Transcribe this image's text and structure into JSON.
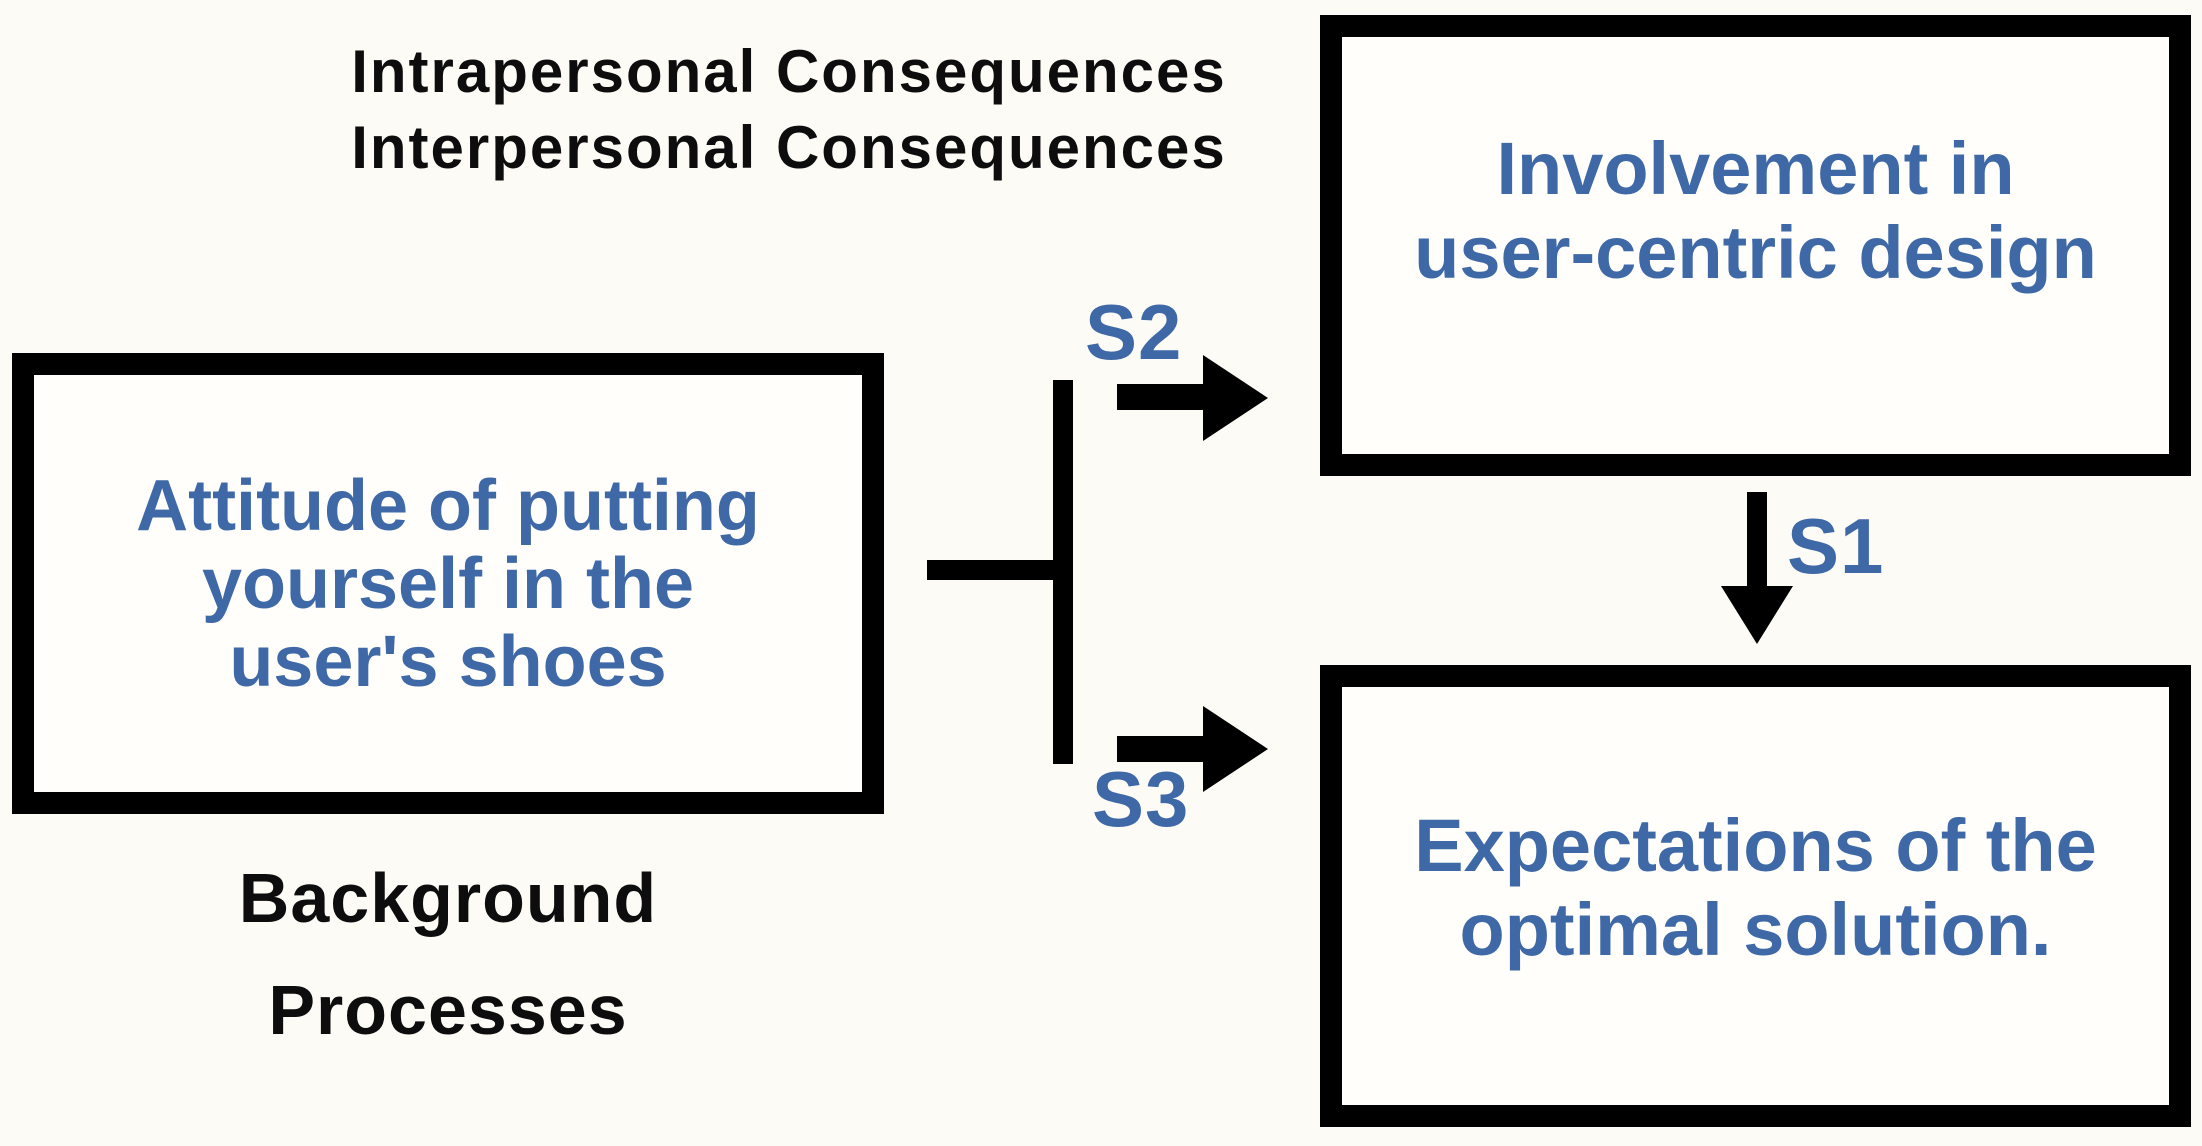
{
  "colors": {
    "background": "#fcfbf6",
    "box_fill": "#fffefb",
    "line_black": "#000000",
    "text_blue": "#3e68a6",
    "text_black": "#0d0d0d"
  },
  "top_label": {
    "line1": "Intrapersonal Consequences",
    "line2": "Interpersonal Consequences"
  },
  "boxes": {
    "attitude": {
      "line1": "Attitude of putting",
      "line2": "yourself in the",
      "line3": "user's shoes"
    },
    "involvement": {
      "line1": "Involvement in",
      "line2": "user-centric design"
    },
    "expectations": {
      "line1": "Expectations of the",
      "line2": "optimal solution."
    }
  },
  "caption": {
    "line1": "Background",
    "line2": "Processes"
  },
  "arrow_labels": {
    "s1": "S1",
    "s2": "S2",
    "s3": "S3"
  }
}
